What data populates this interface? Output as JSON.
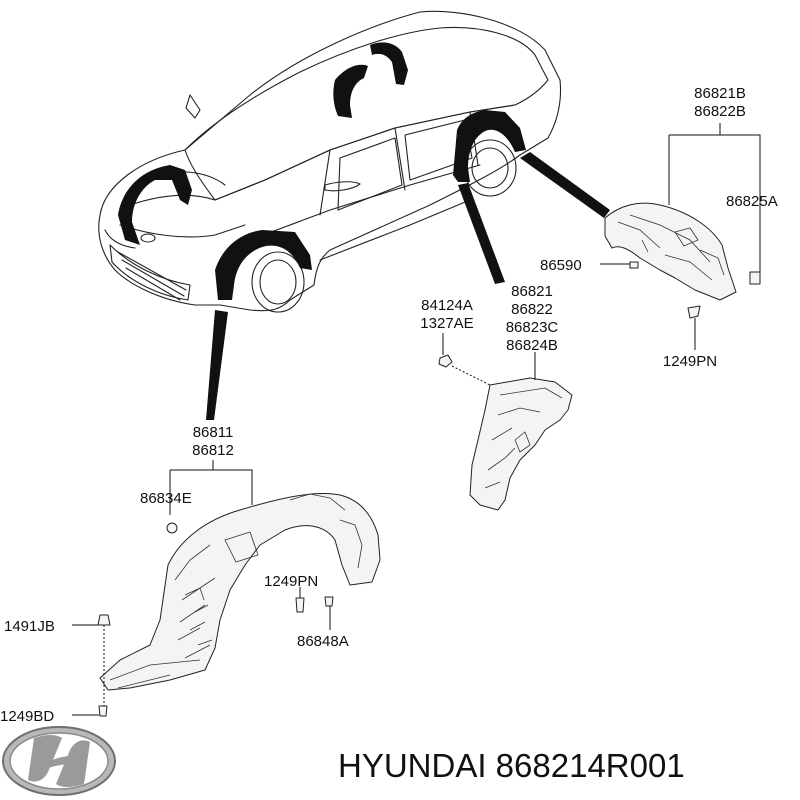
{
  "labels": {
    "rear_main": [
      "86821B",
      "86822B"
    ],
    "rear_clip": "86825A",
    "rear_screw": "86590",
    "rear_bolt": "1249PN",
    "mid_nut": [
      "84124A",
      "1327AE"
    ],
    "mid_main": [
      "86821",
      "86822",
      "86823C",
      "86824B"
    ],
    "front_main": [
      "86811",
      "86812"
    ],
    "front_clip": "86834E",
    "front_bolt": "1249PN",
    "front_screw": "86848A",
    "front_stud": "1491JB",
    "front_bottom_bolt": "1249BD"
  },
  "brand": {
    "logo_icon": "hyundai-logo-icon",
    "part_text": "HYUNDAI 868214R001"
  },
  "colors": {
    "ink": "#111111",
    "part_fill": "#f4f4f4",
    "logo_silver": "#9a9a9a"
  }
}
